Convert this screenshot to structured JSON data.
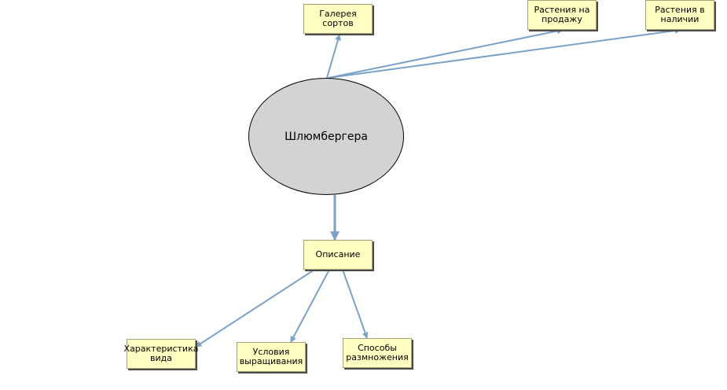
{
  "diagram": {
    "central": {
      "label": "Шлюмбергера"
    },
    "nodes": {
      "gallery": "Галерея сортов",
      "for_sale": "Растения на продажу",
      "in_stock": "Растения в наличии",
      "description": "Описание",
      "species": "Характеристика вида",
      "growing": "Условия выращивания",
      "propagation": "Способы размножения"
    },
    "colors": {
      "connector": "#7aa2c8",
      "central_fill": "#d3d3d3",
      "box_fill": "#ffffc2"
    }
  }
}
